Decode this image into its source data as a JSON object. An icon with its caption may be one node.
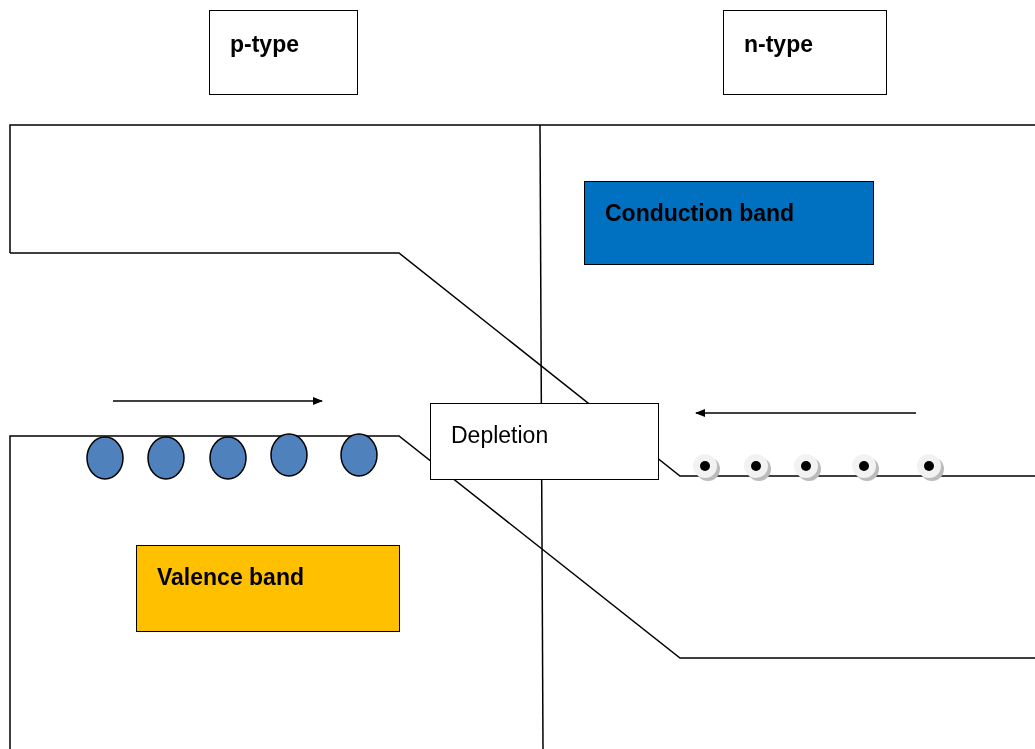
{
  "diagram": {
    "nodes": [
      {
        "text": [
          "p-type"
        ]
      },
      {
        "text": [
          "n-type"
        ]
      },
      {
        "text": [
          "Conduction band"
        ]
      },
      {
        "text": [
          "Depletion"
        ]
      },
      {
        "text": [
          "Valence band"
        ]
      }
    ]
  }
}
